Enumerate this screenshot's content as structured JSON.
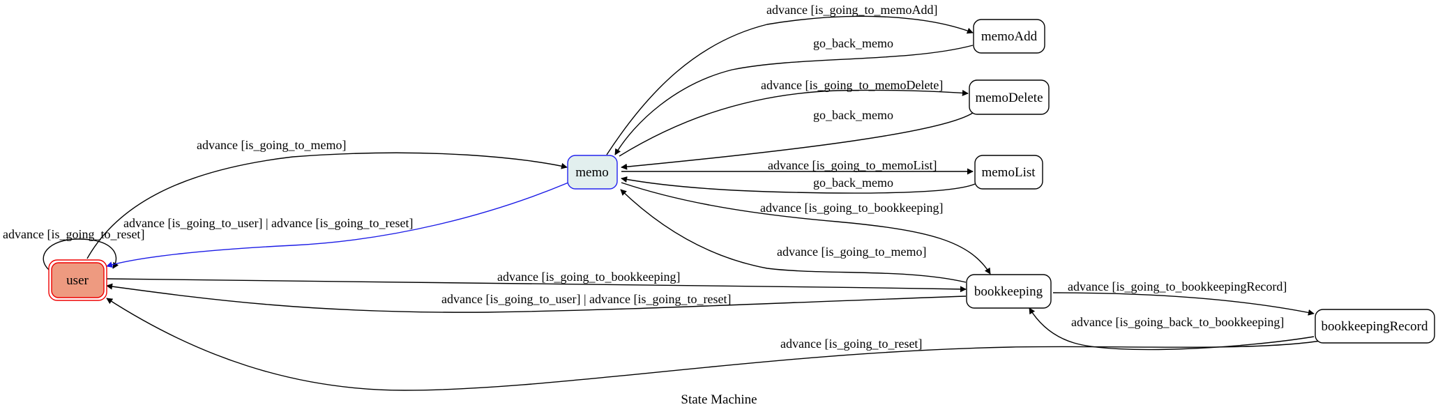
{
  "diagram": {
    "caption": "State Machine",
    "nodes": {
      "user": {
        "label": "user",
        "fill": "#ee9a80",
        "stroke": "#ee0000"
      },
      "memo": {
        "label": "memo",
        "fill": "#e2efee",
        "stroke": "#2222ee"
      },
      "memoAdd": {
        "label": "memoAdd"
      },
      "memoDelete": {
        "label": "memoDelete"
      },
      "memoList": {
        "label": "memoList"
      },
      "bookkeeping": {
        "label": "bookkeeping"
      },
      "bookkeepingRecord": {
        "label": "bookkeepingRecord"
      }
    },
    "edges": {
      "user_self": {
        "label": "advance [is_going_to_reset]",
        "from": "user",
        "to": "user"
      },
      "user_memo": {
        "label": "advance [is_going_to_memo]",
        "from": "user",
        "to": "memo"
      },
      "memo_user": {
        "label": "advance [is_going_to_user] | advance [is_going_to_reset]",
        "from": "memo",
        "to": "user",
        "color": "#1a1ae6"
      },
      "memo_memoAdd": {
        "label": "advance [is_going_to_memoAdd]",
        "from": "memo",
        "to": "memoAdd"
      },
      "memoAdd_memo": {
        "label": "go_back_memo",
        "from": "memoAdd",
        "to": "memo"
      },
      "memo_memoDelete": {
        "label": "advance [is_going_to_memoDelete]",
        "from": "memo",
        "to": "memoDelete"
      },
      "memoDelete_memo": {
        "label": "go_back_memo",
        "from": "memoDelete",
        "to": "memo"
      },
      "memo_memoList": {
        "label": "advance [is_going_to_memoList]",
        "from": "memo",
        "to": "memoList"
      },
      "memoList_memo": {
        "label": "go_back_memo",
        "from": "memoList",
        "to": "memo"
      },
      "memo_bookkeeping": {
        "label": "advance [is_going_to_bookkeeping]",
        "from": "memo",
        "to": "bookkeeping"
      },
      "bookkeeping_memo": {
        "label": "advance [is_going_to_memo]",
        "from": "bookkeeping",
        "to": "memo"
      },
      "user_bookkeeping": {
        "label": "advance [is_going_to_bookkeeping]",
        "from": "user",
        "to": "bookkeeping"
      },
      "bookkeeping_user": {
        "label": "advance [is_going_to_user] | advance [is_going_to_reset]",
        "from": "bookkeeping",
        "to": "user"
      },
      "bookkeeping_bookkeepingRecord": {
        "label": "advance [is_going_to_bookkeepingRecord]",
        "from": "bookkeeping",
        "to": "bookkeepingRecord"
      },
      "bookkeepingRecord_bookkeeping": {
        "label": "advance [is_going_back_to_bookkeeping]",
        "from": "bookkeepingRecord",
        "to": "bookkeeping"
      },
      "bookkeepingRecord_user": {
        "label": "advance [is_going_to_reset]",
        "from": "bookkeepingRecord",
        "to": "user"
      }
    }
  }
}
